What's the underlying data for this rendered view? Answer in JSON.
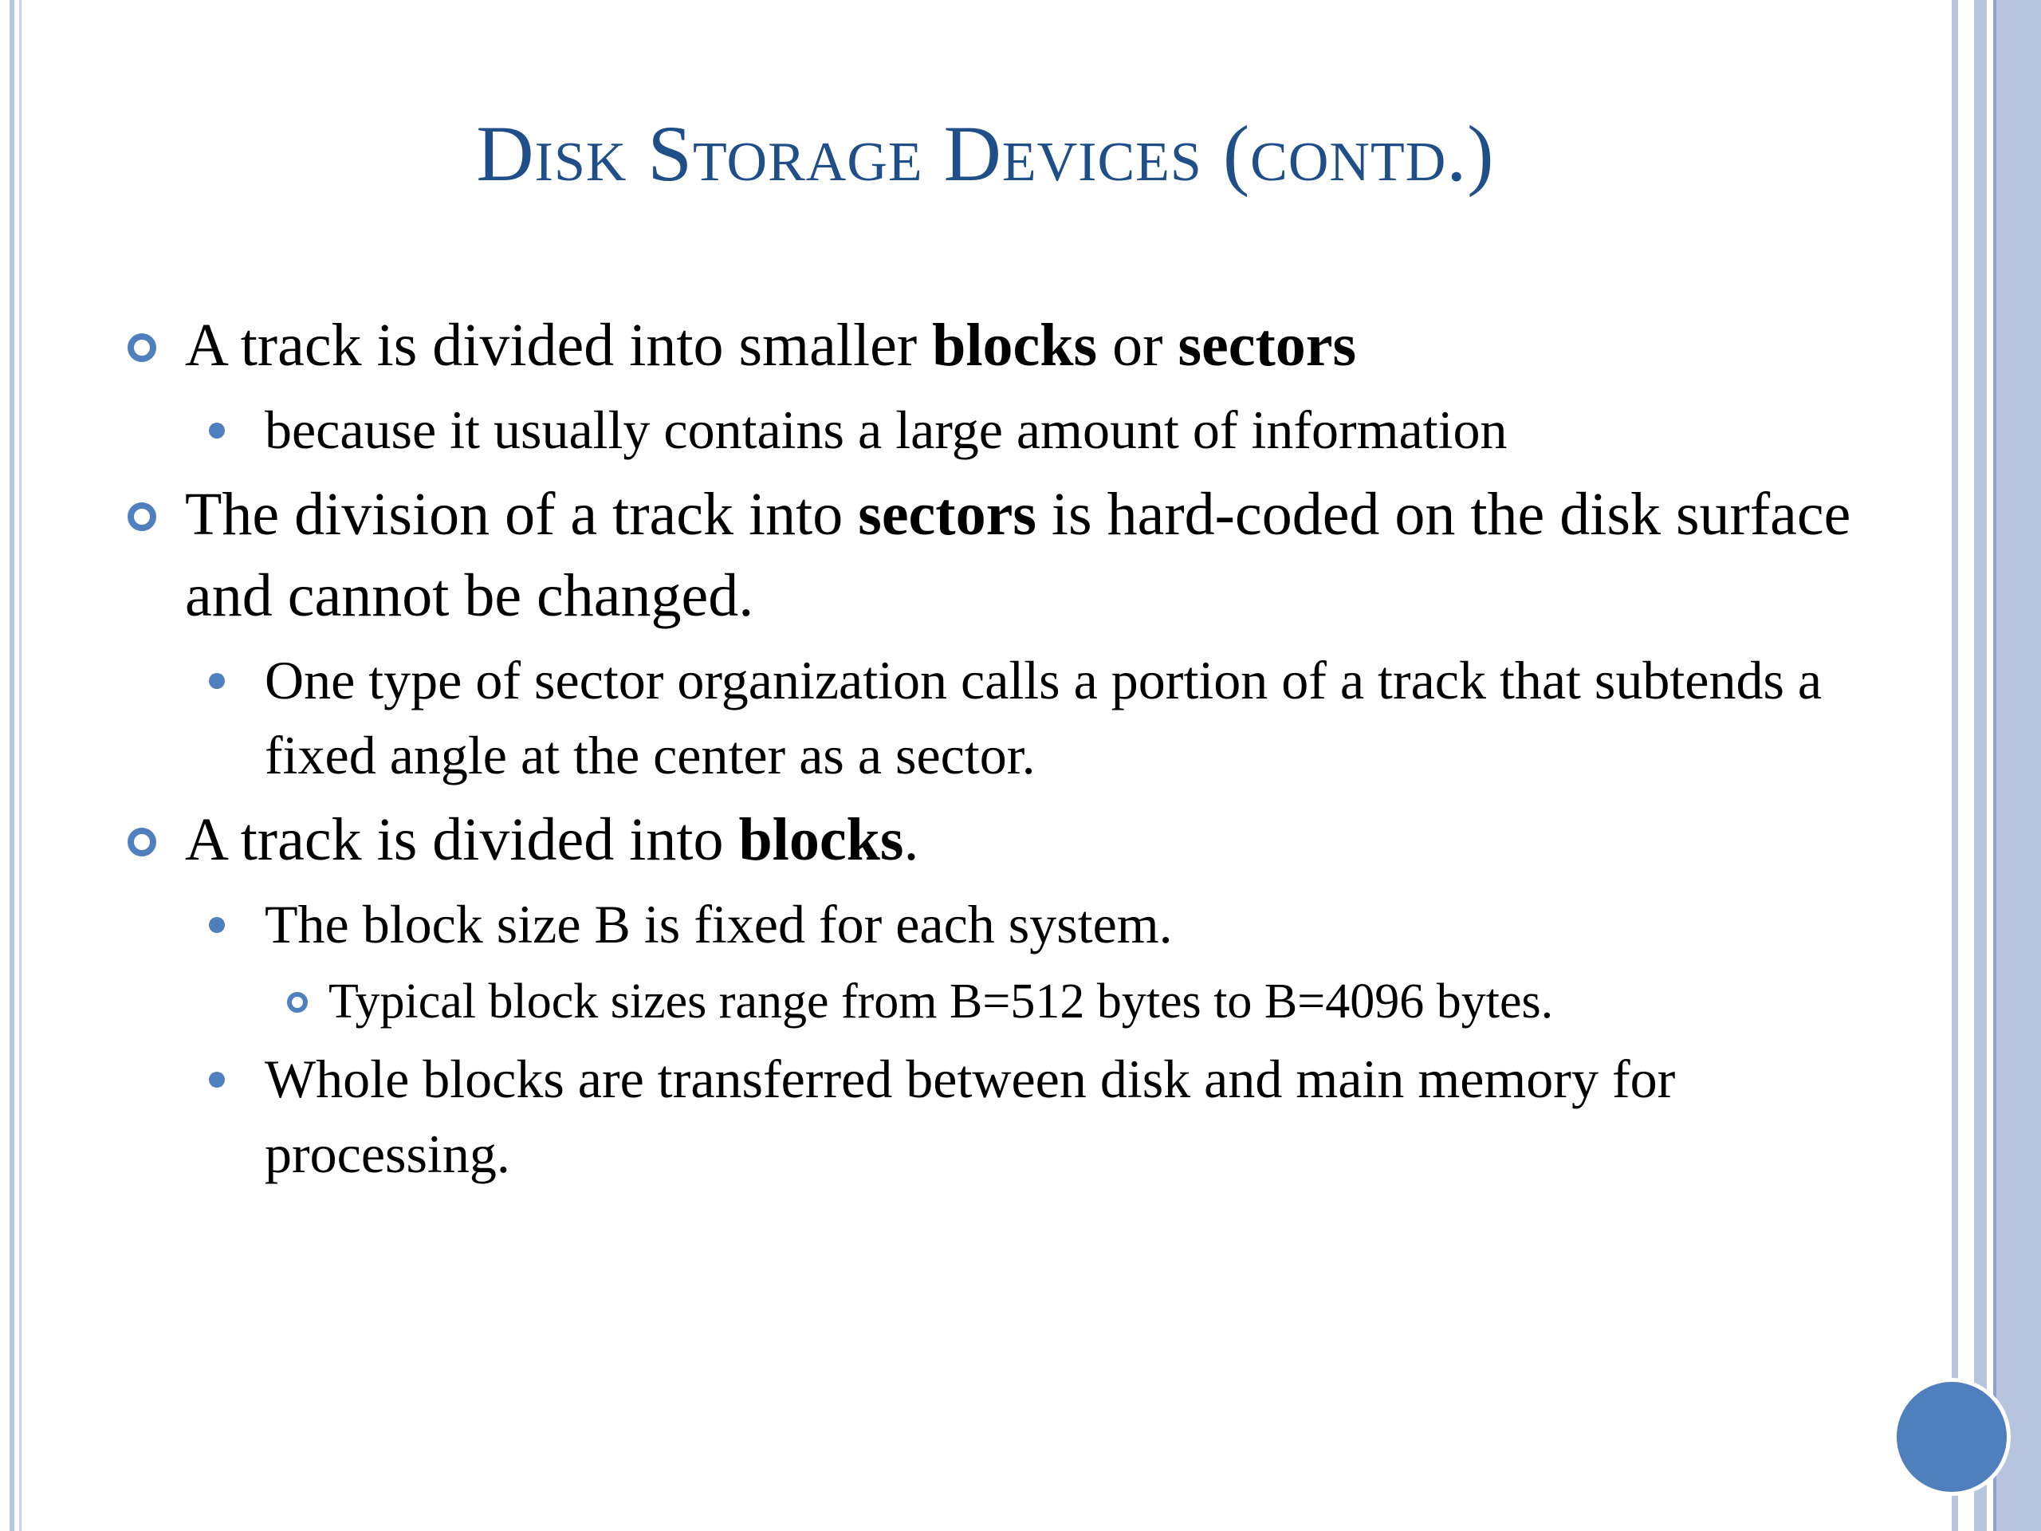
{
  "slide": {
    "title": "Disk Storage Devices (contd.)",
    "bullets": [
      {
        "level": 1,
        "parts": [
          "A track is divided into smaller ",
          "blocks",
          " or ",
          "sectors",
          ""
        ]
      },
      {
        "level": 2,
        "text": "because it usually contains a large amount of information"
      },
      {
        "level": 1,
        "parts": [
          "The division of a track into ",
          "sectors",
          " is hard-coded on the disk surface and cannot be changed."
        ]
      },
      {
        "level": 2,
        "text": "One type of sector organization calls a portion of a track that subtends a fixed angle at the center as a sector."
      },
      {
        "level": 1,
        "parts": [
          "A track is divided into ",
          "blocks",
          "."
        ]
      },
      {
        "level": 2,
        "text": "The block size B is fixed for each system."
      },
      {
        "level": 3,
        "text": "Typical block sizes range from B=512 bytes to B=4096 bytes."
      },
      {
        "level": 2,
        "text": "Whole blocks are transferred between disk and main memory for processing."
      }
    ]
  },
  "colors": {
    "title": "#1f4e88",
    "accent": "#4f7fbd",
    "band": "#b7c4de"
  },
  "icons": {
    "level1_bullet": "hollow-circle-icon",
    "level2_bullet": "filled-dot-icon",
    "level3_bullet": "hollow-circle-icon",
    "corner": "circle-decoration"
  }
}
